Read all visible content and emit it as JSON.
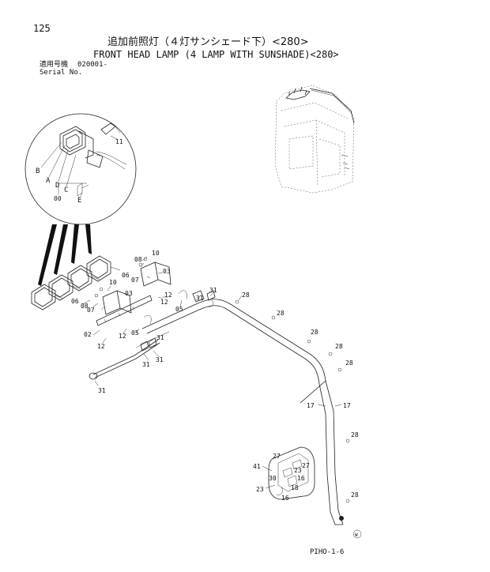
{
  "header": {
    "page_number": "125",
    "title_jp": "追加前照灯（４灯サンシェード下）<280>",
    "title_en": "FRONT HEAD LAMP (4 LAMP WITH SUNSHADE)<280>",
    "serial_label_jp": "適用号機",
    "serial_value": "020001-",
    "serial_label_en": "Serial No."
  },
  "inset_labels": {
    "b": "B",
    "a": "A",
    "d": "D",
    "c": "C",
    "e": "E",
    "zero": "00",
    "p11": "11"
  },
  "part_labels": {
    "p02": "02",
    "p03": "03",
    "p05": "05",
    "p06": "06",
    "p07": "07",
    "p08": "08",
    "p10": "10",
    "p12": "12",
    "p16": "16",
    "p17": "17",
    "p18": "18",
    "p23": "23",
    "p27": "27",
    "p28": "28",
    "p30": "30",
    "p31": "31",
    "p41": "41"
  },
  "footer": {
    "code": "PIHO-1-6",
    "mark": "W"
  }
}
